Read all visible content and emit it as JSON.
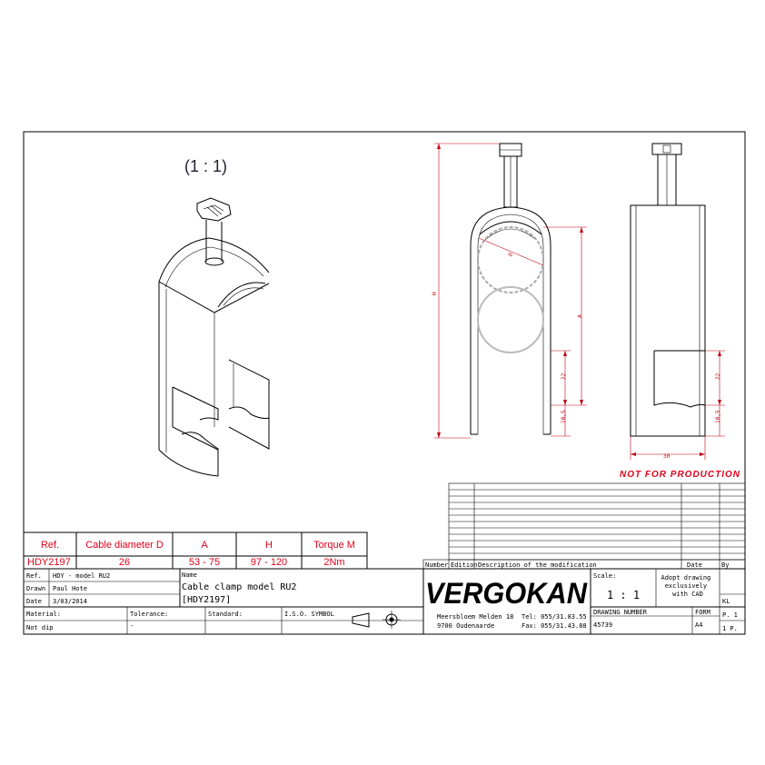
{
  "scale_note": "(1 : 1)",
  "not_for_production": "NOT FOR PRODUCTION",
  "dims": {
    "h": "H",
    "d": "D",
    "a": "A",
    "v22a": "22",
    "v10_5a": "10,5",
    "v22b": "22",
    "v10_5b": "10,5",
    "w30": "30"
  },
  "ref_table": {
    "headers": [
      "Ref.",
      "Cable diameter D",
      "A",
      "H",
      "Torque M"
    ],
    "row": [
      "HDY2197",
      "26",
      "53 - 75",
      "97 - 120",
      "2Nm"
    ]
  },
  "title_block": {
    "ref_label": "Ref.",
    "ref_value": "HDY - model RU2",
    "drawn_label": "Drawn",
    "drawn_value": "Paul Hote",
    "date_label": "Date",
    "date_value": "3/03/2014",
    "name_label": "Name",
    "name_line1": "Cable clamp model RU2",
    "name_line2": "[HDY2197]",
    "material_label": "Material:",
    "material_value": "Not dip",
    "tolerance_label": "Tolerance:",
    "tolerance_value": "-",
    "standard_label": "Standard:",
    "iso_label": "I.S.O. SYMBOL",
    "company": "VERGOKAN",
    "address1": "Meersbloem Melden 18",
    "address2": "9700 Oudenaarde",
    "tel": "Tel: 055/31.83.55",
    "fax": "Fax: 055/31.43.88",
    "scale_label": "Scale:",
    "scale_value": "1 : 1",
    "adopt_note": "Adopt drawing exclusively with CAD",
    "drawing_number_label": "DRAWING NUMBER",
    "drawing_number": "45739",
    "form_label": "FORM",
    "form_value": "A4",
    "kl_label": "KL",
    "p_label": "P. 1",
    "p_total": "1 P.",
    "rev_number": "Number",
    "rev_edition": "Edition",
    "rev_description": "Description of the modification",
    "rev_date": "Date",
    "rev_by": "By"
  }
}
